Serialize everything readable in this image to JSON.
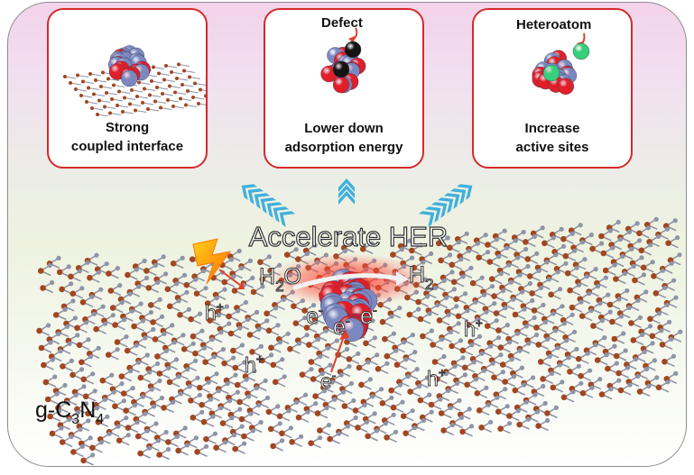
{
  "panels": [
    {
      "line1": "Strong",
      "line2": "coupled interface"
    },
    {
      "line1": "Lower down",
      "line2": "adsorption energy",
      "tag": "Defect"
    },
    {
      "line1": "Increase",
      "line2": "active sites",
      "tag": "Heteroatom"
    }
  ],
  "center": {
    "title": "Accelerate HER",
    "reactant": {
      "base": "H",
      "sub": "2",
      "tail": "O"
    },
    "product": {
      "base": "H",
      "sub": "2"
    },
    "electron": "e",
    "electron_sup": "-",
    "hole": "h",
    "hole_sup": "+"
  },
  "substrate": {
    "p1": "g-C",
    "s1": "3",
    "p2": "N",
    "s2": "4"
  },
  "colors": {
    "frame_border": "#8c8c8c",
    "panel_border": "#d42a2a",
    "atom_blue": "#7b88c0",
    "atom_red": "#e01f2a",
    "atom_black": "#141414",
    "atom_green": "#36d07a",
    "lattice_brown": "#a3461f",
    "lattice_grey": "#8e94a8",
    "chevron": "#3fb0dc"
  }
}
